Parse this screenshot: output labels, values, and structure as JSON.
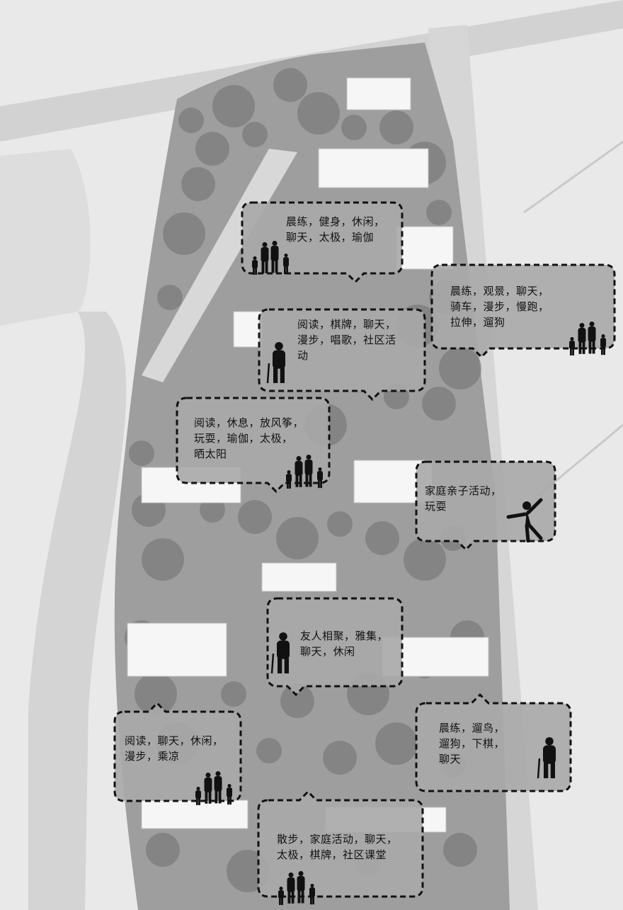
{
  "map": {
    "colors": {
      "road": "#cfcfcf",
      "ground": "#e9e9e9",
      "park": "#9a9a9a",
      "tree": "#6f6f6f",
      "building": "#f6f6f6",
      "bubble_fill": "#a9a9a9",
      "bubble_border": "#111111"
    }
  },
  "bubbles": [
    {
      "id": "b1",
      "text": "晨练，健身，休闲，\n聊天，太极，瑜伽",
      "figure": "family"
    },
    {
      "id": "b2",
      "text": "晨练，观景，聊天，\n骑车，漫步，慢跑，\n拉伸，遛狗",
      "figure": "family"
    },
    {
      "id": "b3",
      "text": "阅读，棋牌，聊天，\n漫步，唱歌，社区活\n动",
      "figure": "elder"
    },
    {
      "id": "b4",
      "text": "阅读，休息，放风筝，\n玩耍，瑜伽，太极，\n晒太阳",
      "figure": "family"
    },
    {
      "id": "b5",
      "text": "家庭亲子活动，\n玩耍",
      "figure": "child"
    },
    {
      "id": "b6",
      "text": "友人相聚，雅集，\n聊天，休闲",
      "figure": "elder"
    },
    {
      "id": "b7",
      "text": "阅读，聊天，休闲，\n漫步，乘凉",
      "figure": "family"
    },
    {
      "id": "b8",
      "text": "晨练，遛鸟，\n遛狗，下棋，\n聊天",
      "figure": "elder"
    },
    {
      "id": "b9",
      "text": "散步，家庭活动，聊天，\n太极，棋牌，社区课堂",
      "figure": "family"
    }
  ]
}
